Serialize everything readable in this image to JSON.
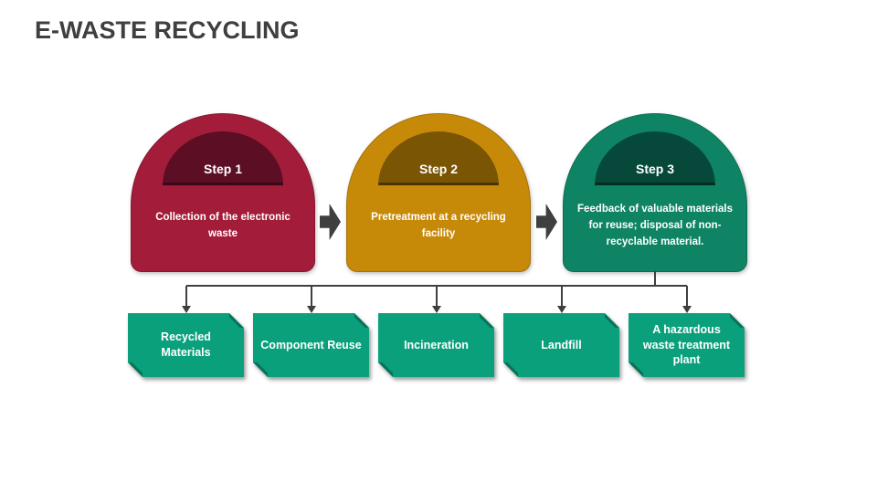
{
  "title": "E-WASTE RECYCLING",
  "steps": [
    {
      "label": "Step 1",
      "description": "Collection of the electronic waste",
      "body_color": "#A31C3A",
      "dome_color": "#5C0E24"
    },
    {
      "label": "Step 2",
      "description": "Pretreatment at a recycling facility",
      "body_color": "#C78A08",
      "dome_color": "#7A5504"
    },
    {
      "label": "Step 3",
      "description": "Feedback of valuable materials for reuse; disposal of non-recyclable material.",
      "body_color": "#0E8465",
      "dome_color": "#06493A"
    }
  ],
  "outputs": [
    {
      "label": "Recycled Materials"
    },
    {
      "label": "Component Reuse"
    },
    {
      "label": "Incineration"
    },
    {
      "label": "Landfill"
    },
    {
      "label": "A hazardous waste treatment plant"
    }
  ],
  "colors": {
    "background": "#FFFFFF",
    "title_text": "#3F3F3F",
    "connector": "#3F3F3F",
    "flow_arrow": "#3F3F3F",
    "output_box": "#0AA07C",
    "text_on_shapes": "#FFFFFF"
  }
}
